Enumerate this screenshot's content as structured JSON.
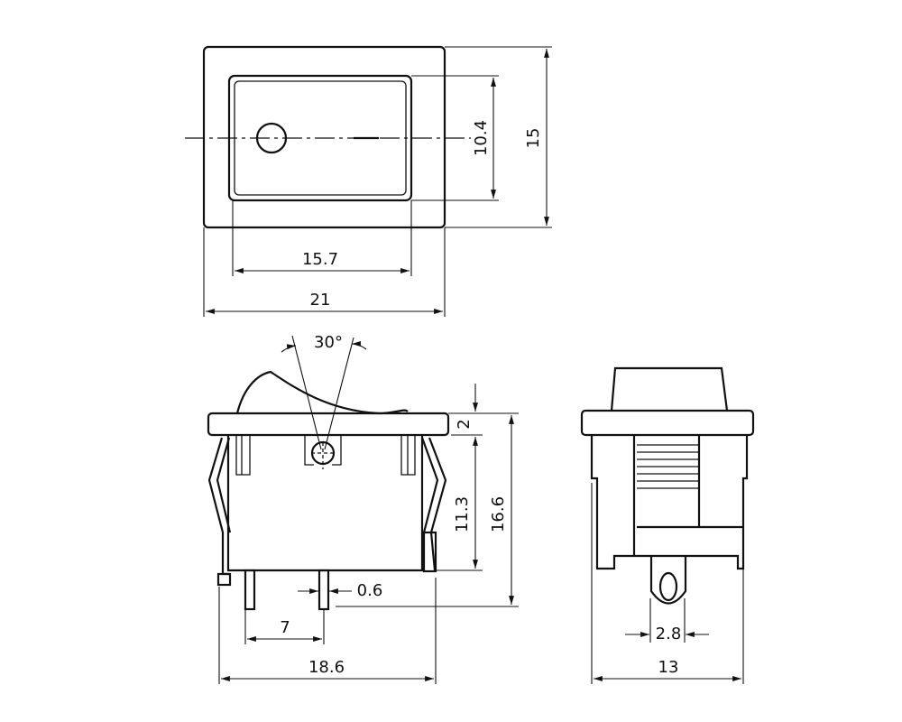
{
  "title": "Rocker switch dimension drawing",
  "top_view": {
    "dim_inner_height": "10.4",
    "dim_outer_height": "15",
    "dim_inner_width": "15.7",
    "dim_outer_width": "21",
    "symbols": [
      "O",
      "I"
    ]
  },
  "side_view": {
    "dim_angle": "30°",
    "dim_flange": "2",
    "dim_body_height": "11.3",
    "dim_total_height": "16.6",
    "dim_pin_width": "0.6",
    "dim_pin_pitch": "7",
    "dim_width": "18.6"
  },
  "end_view": {
    "dim_tab_width": "2.8",
    "dim_width": "13"
  }
}
